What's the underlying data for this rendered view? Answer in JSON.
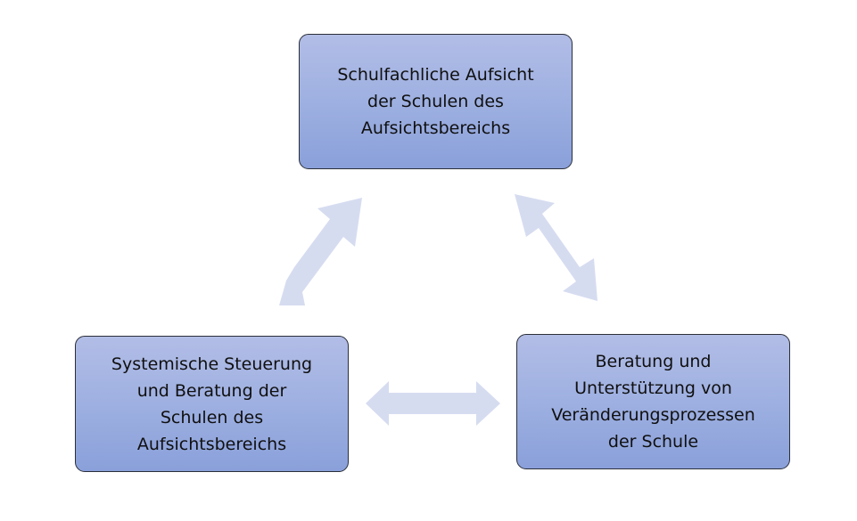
{
  "boxes": {
    "top": {
      "lines": [
        "Schulfachliche Aufsicht",
        "der Schulen des",
        "Aufsichtsbereichs"
      ]
    },
    "left": {
      "lines": [
        "Systemische Steuerung",
        "und Beratung der",
        "Schulen des",
        "Aufsichtsbereichs"
      ]
    },
    "right": {
      "lines": [
        "Beratung und",
        "Unterstützung von",
        "Veränderungsprozessen",
        "der Schule"
      ]
    }
  },
  "colors": {
    "box_fill_top": "#b2bde6",
    "box_fill_bottom": "#8aa0da",
    "box_border": "#2b2f3a",
    "arrow_fill": "#d6dcf0"
  }
}
